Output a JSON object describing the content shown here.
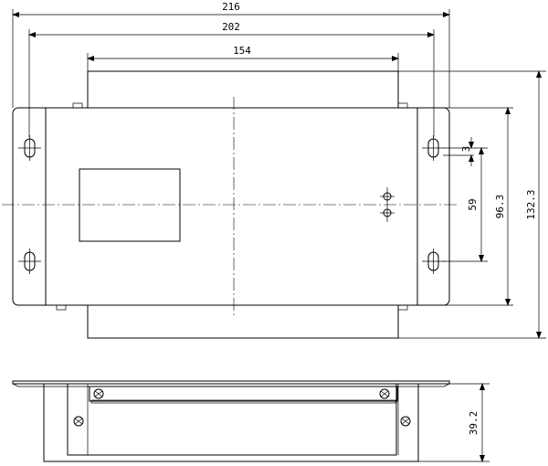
{
  "dimensions": {
    "overall_width": "216",
    "hole_span": "202",
    "top_width": "154",
    "slot_length": "3",
    "center_gap": "59",
    "hole_spacing": "96.3",
    "overall_height": "132.3",
    "depth": "39.2"
  }
}
